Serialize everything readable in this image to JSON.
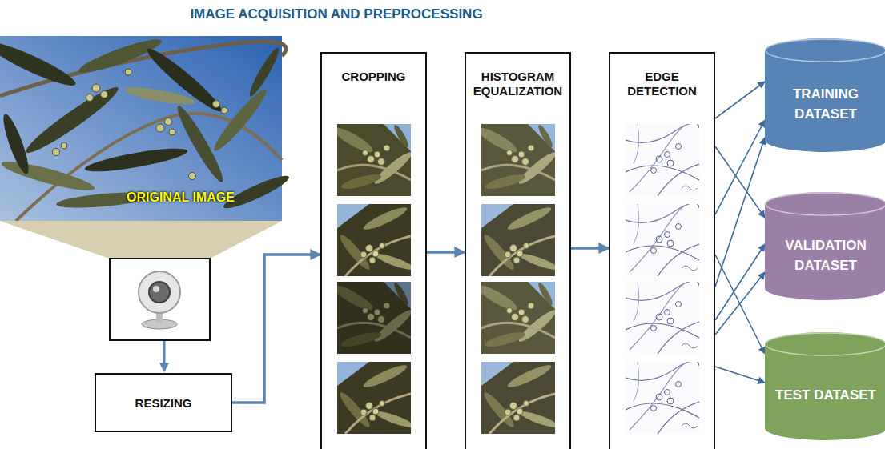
{
  "diagram": {
    "title": "IMAGE ACQUISITION AND PREPROCESSING",
    "nodes": [
      {
        "text": [
          "ORIGINAL IMAGE"
        ]
      },
      {
        "text": [
          "RESIZING"
        ]
      },
      {
        "text": [
          "CROPPING"
        ]
      },
      {
        "text": [
          "HISTOGRAM EQUALIZATION"
        ]
      },
      {
        "text": [
          "EDGE DETECTION"
        ]
      },
      {
        "text": [
          "TRAINING DATASET"
        ]
      },
      {
        "text": [
          "VALIDATION DATASET"
        ]
      },
      {
        "text": [
          "TEST DATASET"
        ]
      }
    ],
    "edges": [
      {
        "from": 1,
        "to": 2,
        "arrow": "to"
      },
      {
        "from": 2,
        "to": 3,
        "arrow": "to"
      },
      {
        "from": 3,
        "to": 4,
        "arrow": "to"
      },
      {
        "from": 4,
        "to": 5,
        "arrow": "to"
      },
      {
        "from": 4,
        "to": 6,
        "arrow": "to"
      },
      {
        "from": 4,
        "to": 5,
        "arrow": "to"
      },
      {
        "from": 4,
        "to": 7,
        "arrow": "to"
      },
      {
        "from": 4,
        "to": 5,
        "arrow": "to"
      },
      {
        "from": 4,
        "to": 6,
        "arrow": "to"
      },
      {
        "from": 4,
        "to": 6,
        "arrow": "to"
      },
      {
        "from": 4,
        "to": 7,
        "arrow": "to"
      }
    ]
  }
}
